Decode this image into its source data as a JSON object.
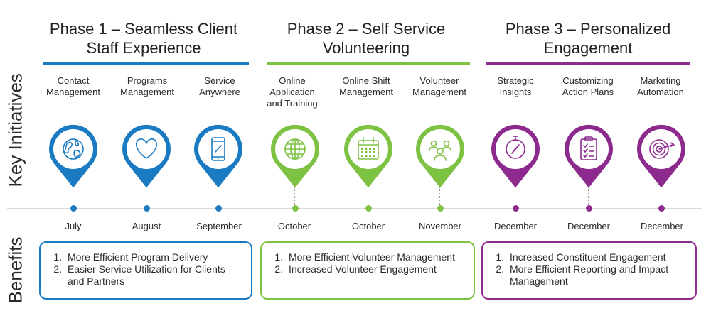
{
  "side_labels": {
    "initiatives": "Key Initiatives",
    "benefits": "Benefits"
  },
  "colors": {
    "phase1": "#1b7bc2",
    "phase2": "#7dc242",
    "phase3": "#8c2a8e",
    "timeline": "#d9d9d9"
  },
  "phases": [
    {
      "title_line1": "Phase 1 – Seamless Client",
      "title_line2": "Staff Experience",
      "initiatives": [
        {
          "line1": "Contact",
          "line2": "Management",
          "line3": "",
          "icon": "globe-icon",
          "month": "July"
        },
        {
          "line1": "Programs",
          "line2": "Management",
          "line3": "",
          "icon": "heart-icon",
          "month": "August"
        },
        {
          "line1": "Service",
          "line2": "Anywhere",
          "line3": "",
          "icon": "mobile-phone-icon",
          "month": "September"
        }
      ],
      "benefits": [
        "More Efficient Program Delivery",
        "Easier Service Utilization for Clients and Partners"
      ]
    },
    {
      "title_line1": "Phase 2 – Self Service",
      "title_line2": "Volunteering",
      "initiatives": [
        {
          "line1": "Online",
          "line2": "Application",
          "line3": "and Training",
          "icon": "web-globe-icon",
          "month": "October"
        },
        {
          "line1": "Online Shift",
          "line2": "Management",
          "line3": "",
          "icon": "calendar-icon",
          "month": "October"
        },
        {
          "line1": "Volunteer",
          "line2": "Management",
          "line3": "",
          "icon": "people-group-icon",
          "month": "November"
        }
      ],
      "benefits": [
        "More Efficient Volunteer Management",
        "Increased Volunteer Engagement"
      ]
    },
    {
      "title_line1": "Phase 3 – Personalized",
      "title_line2": "Engagement",
      "initiatives": [
        {
          "line1": "Strategic",
          "line2": "Insights",
          "line3": "",
          "icon": "compass-icon",
          "month": "December"
        },
        {
          "line1": "Customizing",
          "line2": "Action Plans",
          "line3": "",
          "icon": "checklist-clipboard-icon",
          "month": "December"
        },
        {
          "line1": "Marketing",
          "line2": "Automation",
          "line3": "",
          "icon": "target-icon",
          "month": "December"
        }
      ],
      "benefits": [
        "Increased Constituent Engagement",
        "More Efficient Reporting and Impact Management"
      ]
    }
  ]
}
